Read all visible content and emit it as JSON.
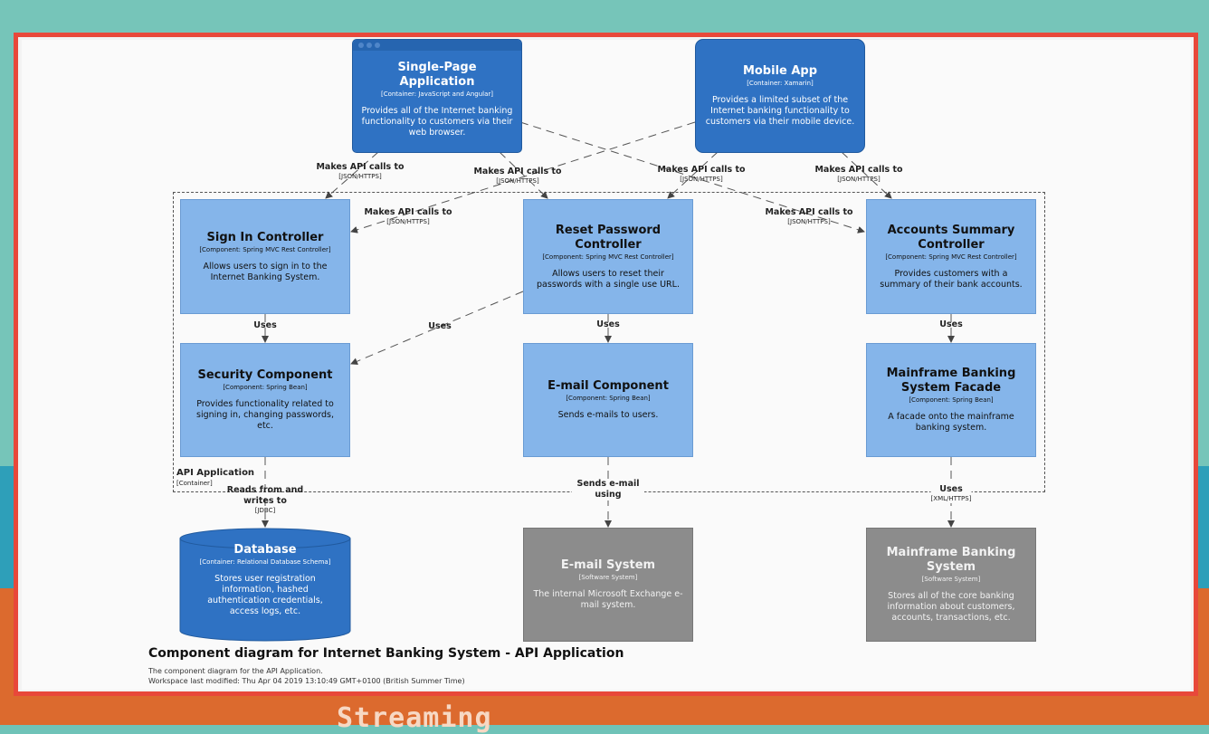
{
  "diagram": {
    "title": "Component diagram for Internet Banking System - API Application",
    "description": "The component diagram for the API Application.",
    "modified": "Workspace last modified: Thu Apr 04 2019 13:10:49 GMT+0100 (British Summer Time)",
    "boundary": {
      "name": "API Application",
      "type": "[Container]"
    },
    "containers": {
      "spa": {
        "name": "Single-Page Application",
        "type": "[Container: JavaScript and Angular]",
        "desc": "Provides all of the Internet banking functionality to customers via their web browser."
      },
      "mobile": {
        "name": "Mobile App",
        "type": "[Container: Xamarin]",
        "desc": "Provides a limited subset of the Internet banking functionality to customers via their mobile device."
      }
    },
    "components": {
      "signin": {
        "name": "Sign In Controller",
        "type": "[Component: Spring MVC Rest Controller]",
        "desc": "Allows users to sign in to the Internet Banking System."
      },
      "reset": {
        "name": "Reset Password Controller",
        "type": "[Component: Spring MVC Rest Controller]",
        "desc": "Allows users to reset their passwords with a single use URL."
      },
      "accounts": {
        "name": "Accounts Summary Controller",
        "type": "[Component: Spring MVC Rest Controller]",
        "desc": "Provides customers with a summary of their bank accounts."
      },
      "security": {
        "name": "Security Component",
        "type": "[Component: Spring Bean]",
        "desc": "Provides functionality related to signing in, changing passwords, etc."
      },
      "email": {
        "name": "E-mail Component",
        "type": "[Component: Spring Bean]",
        "desc": "Sends e-mails to users."
      },
      "facade": {
        "name": "Mainframe Banking System Facade",
        "type": "[Component: Spring Bean]",
        "desc": "A facade onto the mainframe banking system."
      }
    },
    "database": {
      "name": "Database",
      "type": "[Container: Relational Database Schema]",
      "desc": "Stores user registration information, hashed authentication credentials, access logs, etc."
    },
    "external": {
      "emailsys": {
        "name": "E-mail System",
        "type": "[Software System]",
        "desc": "The internal Microsoft Exchange e-mail system."
      },
      "mainframe": {
        "name": "Mainframe Banking System",
        "type": "[Software System]",
        "desc": "Stores all of the core banking information about customers, accounts, transactions, etc."
      }
    },
    "relations": {
      "r1": {
        "label": "Makes API calls to",
        "tech": "[JSON/HTTPS]"
      },
      "r2": {
        "label": "Makes API calls to",
        "tech": "[JSON/HTTPS]"
      },
      "r3": {
        "label": "Makes API calls to",
        "tech": "[JSON/HTTPS]"
      },
      "r4": {
        "label": "Makes API calls to",
        "tech": "[JSON/HTTPS]"
      },
      "r5": {
        "label": "Makes API calls to",
        "tech": "[JSON/HTTPS]"
      },
      "r6": {
        "label": "Makes API calls to",
        "tech": "[JSON/HTTPS]"
      },
      "r7": {
        "label": "Uses"
      },
      "r8": {
        "label": "Uses"
      },
      "r9": {
        "label": "Uses"
      },
      "r10": {
        "label": "Uses"
      },
      "r11": {
        "label": "Reads from and writes to",
        "tech": "[JDBC]"
      },
      "r12": {
        "label": "Sends e-mail using"
      },
      "r13": {
        "label": "Uses",
        "tech": "[XML/HTTPS]"
      }
    }
  },
  "overlay": {
    "text": "Streaming"
  },
  "colors": {
    "component": "#85b5ea",
    "container": "#2f72c3",
    "external": "#8c8c8c",
    "frame": "#e8483a"
  }
}
